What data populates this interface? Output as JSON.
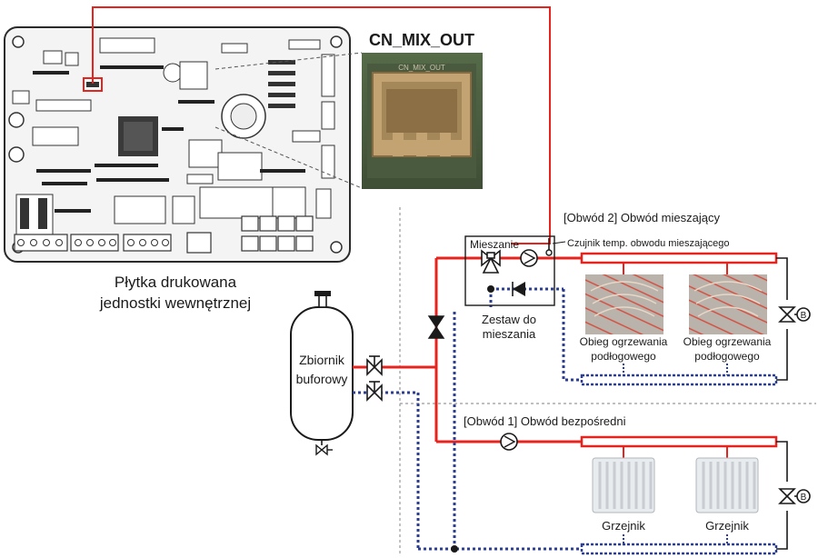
{
  "connector_title": "CN_MIX_OUT",
  "connector_silkscreen": "CN_MIX_OUT",
  "pcb": {
    "label_line1": "Płytka drukowana",
    "label_line2": "jednostki wewnętrznej"
  },
  "circuit2": {
    "title": "[Obwód 2] Obwód mieszający",
    "mixing_label": "Mieszanie",
    "sensor_label": "Czujnik temp. obwodu mieszającego",
    "kit_line1": "Zestaw do",
    "kit_line2": "mieszania",
    "floor_left_line1": "Obieg ogrzewania",
    "floor_left_line2": "podłogowego",
    "floor_right_line1": "Obieg ogrzewania",
    "floor_right_line2": "podłogowego",
    "bypass_symbol": "B"
  },
  "circuit1": {
    "title": "[Obwód 1] Obwód bezpośredni",
    "radiator_left": "Grzejnik",
    "radiator_right": "Grzejnik",
    "bypass_symbol": "B"
  },
  "tank": {
    "label_line1": "Zbiornik",
    "label_line2": "buforowy"
  },
  "colors": {
    "supply": "#e8231d",
    "return": "#2c3e91",
    "pcb_board": "#f4f4f4",
    "connector_bg": "#7a6a45"
  }
}
